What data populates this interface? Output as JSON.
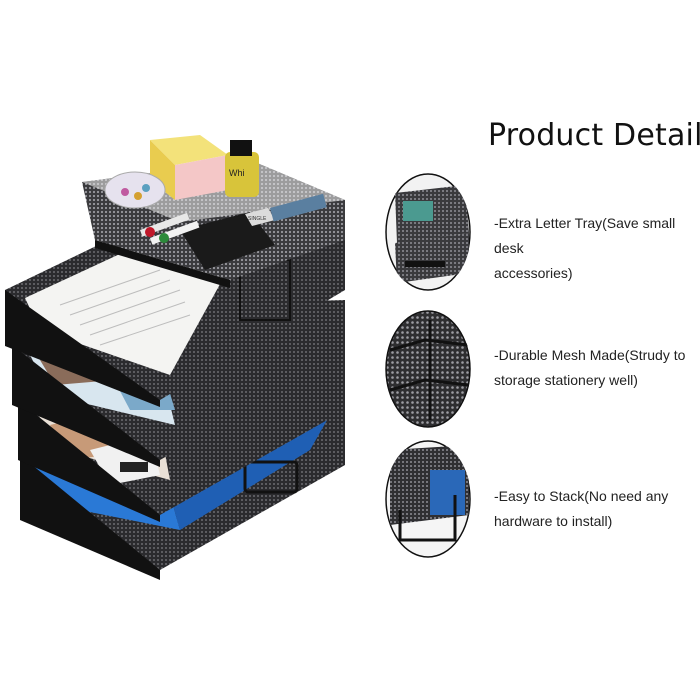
{
  "header": {
    "title": "Product Details"
  },
  "features": [
    {
      "icon": "extra-tray-closeup",
      "line1": "-Extra Letter Tray(Save small desk",
      "line2": "accessories)"
    },
    {
      "icon": "mesh-closeup",
      "line1": "-Durable Mesh Made(Strudy to",
      "line2": "storage stationery well)"
    },
    {
      "icon": "stack-handle-closeup",
      "line1": "-Easy to Stack(No need any",
      "line2": "hardware to install)"
    }
  ],
  "product": {
    "image": "stacked-mesh-letter-trays",
    "bottle_label": "Whi",
    "calculator_label": "SINGLE"
  },
  "colors": {
    "mesh": "#1e1e20",
    "folder_blue": "#2a79d6",
    "note_yellow": "#f3e27a",
    "background": "#ffffff"
  }
}
